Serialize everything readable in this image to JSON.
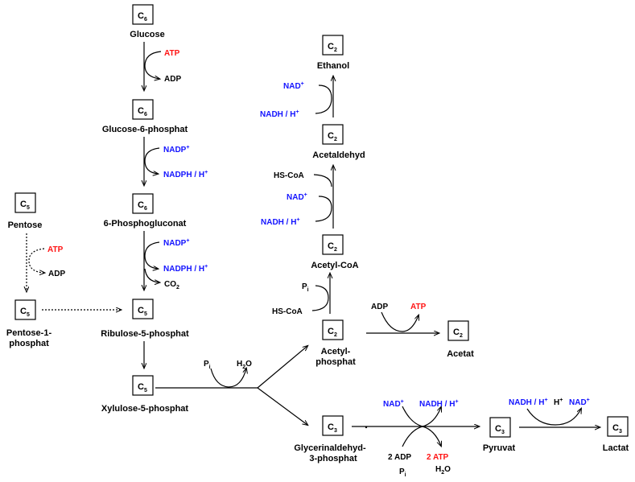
{
  "boxes": {
    "glucose": {
      "main": "C",
      "sub": "6"
    },
    "g6p": {
      "main": "C",
      "sub": "6"
    },
    "pglucon": {
      "main": "C",
      "sub": "6"
    },
    "ribulose": {
      "main": "C",
      "sub": "5"
    },
    "xylulose": {
      "main": "C",
      "sub": "5"
    },
    "pentose": {
      "main": "C",
      "sub": "5"
    },
    "pentose1p": {
      "main": "C",
      "sub": "5"
    },
    "ethanol": {
      "main": "C",
      "sub": "2"
    },
    "acetaldehyd": {
      "main": "C",
      "sub": "2"
    },
    "acetylcoa": {
      "main": "C",
      "sub": "2"
    },
    "acetylp": {
      "main": "C",
      "sub": "2"
    },
    "acetat": {
      "main": "C",
      "sub": "2"
    },
    "gap": {
      "main": "C",
      "sub": "3"
    },
    "pyruvat": {
      "main": "C",
      "sub": "3"
    },
    "lactat": {
      "main": "C",
      "sub": "3"
    }
  },
  "labels": {
    "glucose": "Glucose",
    "g6p": "Glucose-6-phosphat",
    "pglucon": "6-Phosphogluconat",
    "ribulose": "Ribulose-5-phosphat",
    "xylulose": "Xylulose-5-phosphat",
    "pentose": "Pentose",
    "pentose1p_1": "Pentose-1-",
    "pentose1p_2": "phosphat",
    "ethanol": "Ethanol",
    "acetaldehyd": "Acetaldehyd",
    "acetylcoa": "Acetyl-CoA",
    "acetylp_1": "Acetyl-",
    "acetylp_2": "phosphat",
    "acetat": "Acetat",
    "gap_1": "Glycerinaldehyd-",
    "gap_2": "3-phosphat",
    "pyruvat": "Pyruvat",
    "lactat": "Lactat"
  },
  "cofactors": {
    "atp_glc": "ATP",
    "adp_glc": "ADP",
    "nadp_1": "NADP",
    "nadph_1": "NADPH / H",
    "nadp_2": "NADP",
    "nadph_2": "NADPH / H",
    "co2_main": "CO",
    "co2_sub": "2",
    "atp_pent": "ATP",
    "adp_pent": "ADP",
    "nad_eth": "NAD",
    "nadh_eth": "NADH / H",
    "hscoa_1": "HS-CoA",
    "nad_ald": "NAD",
    "nadh_ald": "NADH / H",
    "pi_acoa_main": "P",
    "pi_acoa_sub": "i",
    "hscoa_2": "HS-CoA",
    "adp_acet": "ADP",
    "atp_acet": "ATP",
    "pi_split_main": "P",
    "pi_split_sub": "i",
    "h2o_split_a": "H",
    "h2o_split_sub": "2",
    "h2o_split_b": "O",
    "nad_gap": "NAD",
    "nadh_gap": "NADH / H",
    "adp2": "2 ADP",
    "atp2": "2 ATP",
    "pi_gap_main": "P",
    "pi_gap_sub": "i",
    "h2o_gap_a": "H",
    "h2o_gap_sub": "2",
    "h2o_gap_b": "O",
    "nadh_lac": "NADH / H",
    "h_lac": "H",
    "nad_lac": "NAD",
    "plus": "+"
  },
  "colors": {
    "reducing": "#1414ff",
    "energy": "#ff1414"
  }
}
